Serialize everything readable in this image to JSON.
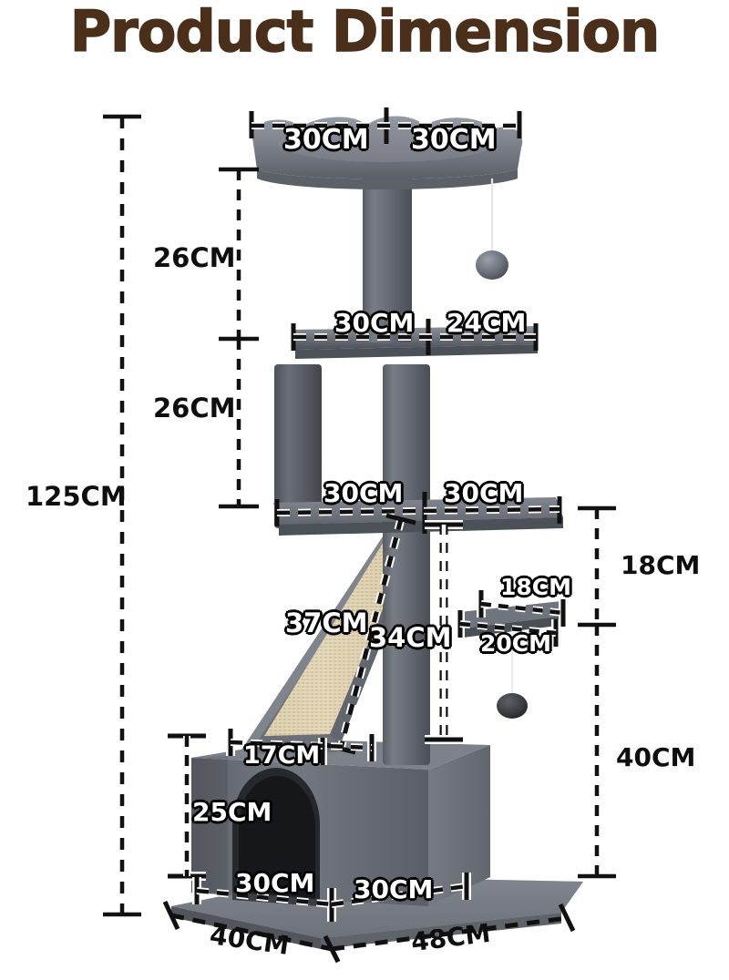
{
  "page": {
    "title": "Product Dimension",
    "title_color": "#4a2f1a",
    "background": "#ffffff"
  },
  "product": {
    "name": "cat-tree-tower",
    "colors": {
      "plush_light": "#8b8f96",
      "plush_mid": "#6e737b",
      "plush_dark": "#565a61",
      "plush_shadow": "#3e4247",
      "sisal": "#ded0b0",
      "sisal_dark": "#c9b890",
      "ball": "#7a7f86",
      "ball_dark": "#3a3d42",
      "string": "#e8e8e8"
    },
    "parts": [
      "top-perch",
      "top-post",
      "second-shelf",
      "left-post",
      "right-post",
      "third-shelf",
      "scratching-ramp",
      "small-shelf",
      "condo-box",
      "base-board",
      "dangling-ball-top",
      "dangling-ball-lower"
    ]
  },
  "dimensions": {
    "unit": "CM",
    "total_height": "125CM",
    "labels": [
      {
        "id": "top-perch-left",
        "text": "30CM",
        "style": "outline"
      },
      {
        "id": "top-perch-right",
        "text": "30CM",
        "style": "outline"
      },
      {
        "id": "tier-gap-upper",
        "text": "26CM",
        "style": "black"
      },
      {
        "id": "tier-gap-lower",
        "text": "26CM",
        "style": "black"
      },
      {
        "id": "total-height",
        "text": "125CM",
        "style": "black"
      },
      {
        "id": "second-shelf-left",
        "text": "30CM",
        "style": "outline"
      },
      {
        "id": "second-shelf-right",
        "text": "24CM",
        "style": "outline"
      },
      {
        "id": "third-shelf-left",
        "text": "30CM",
        "style": "outline"
      },
      {
        "id": "third-shelf-right",
        "text": "30CM",
        "style": "outline"
      },
      {
        "id": "ramp-length",
        "text": "37CM",
        "style": "outline"
      },
      {
        "id": "post-height-middle",
        "text": "34CM",
        "style": "outline"
      },
      {
        "id": "small-shelf-depth",
        "text": "18CM",
        "style": "outline"
      },
      {
        "id": "small-shelf-width",
        "text": "20CM",
        "style": "outline"
      },
      {
        "id": "right-upper-gap",
        "text": "18CM",
        "style": "black"
      },
      {
        "id": "right-lower-gap",
        "text": "40CM",
        "style": "black"
      },
      {
        "id": "condo-top-depth",
        "text": "17CM",
        "style": "outline"
      },
      {
        "id": "condo-height",
        "text": "25CM",
        "style": "outline"
      },
      {
        "id": "base-top-left",
        "text": "30CM",
        "style": "outline"
      },
      {
        "id": "base-top-right",
        "text": "30CM",
        "style": "outline"
      },
      {
        "id": "base-depth",
        "text": "40CM",
        "style": "black"
      },
      {
        "id": "base-width",
        "text": "48CM",
        "style": "black"
      }
    ]
  }
}
